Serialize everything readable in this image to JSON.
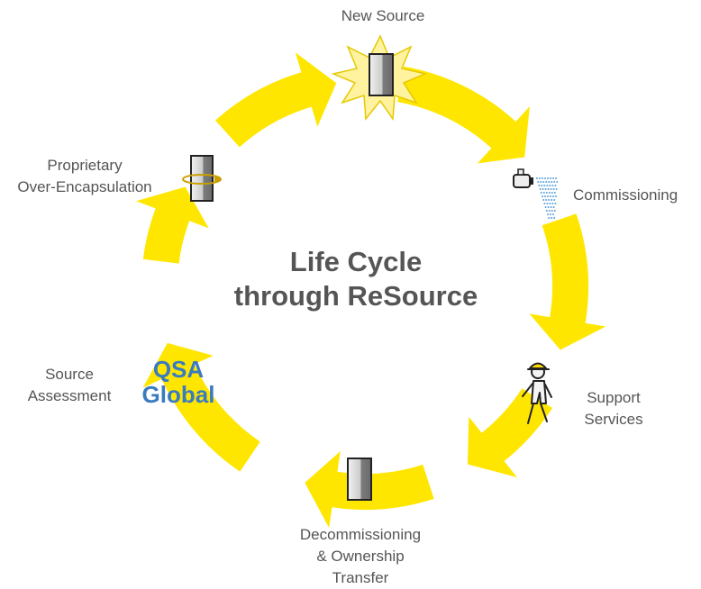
{
  "title": {
    "line1": "Life Cycle",
    "line2": "through ReSource"
  },
  "logo": {
    "line1": "QSA",
    "line2": "Global",
    "color": "#3a7bc0"
  },
  "stages": {
    "new_source": "New Source",
    "commissioning": "Commissioning",
    "support_services": {
      "line1": "Support",
      "line2": "Services"
    },
    "decommissioning": {
      "line1": "Decommissioning",
      "line2": "& Ownership",
      "line3": "Transfer"
    },
    "source_assessment": {
      "line1": "Source",
      "line2": "Assessment"
    },
    "over_encapsulation": {
      "line1": "Proprietary",
      "line2": "Over-Encapsulation"
    }
  },
  "colors": {
    "arrow": "#ffe600",
    "text": "#555555",
    "starburst": "#fff3a0"
  },
  "icons": [
    "starburst-source-icon",
    "camera-spray-icon",
    "worker-icon",
    "source-capsule-icon",
    "rotating-capsule-icon"
  ]
}
